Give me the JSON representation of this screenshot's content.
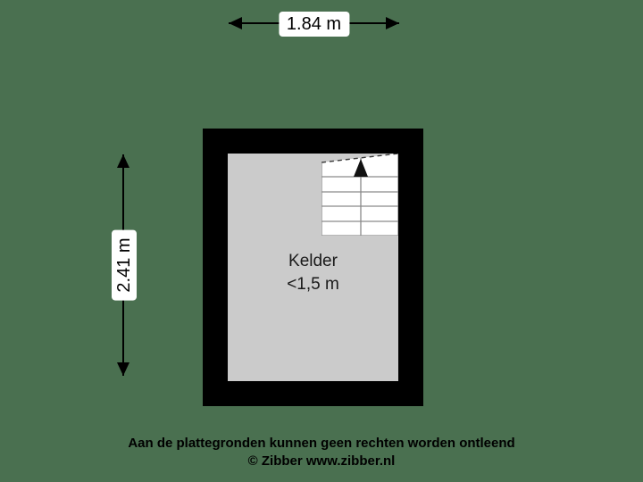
{
  "dimensions": {
    "width_label": "1.84 m",
    "height_label": "2.41 m"
  },
  "room": {
    "name": "Kelder",
    "height_note": "<1,5 m"
  },
  "stairs": {
    "direction_icon": "up-arrow-icon",
    "tread_count": 5
  },
  "footer": {
    "disclaimer": "Aan de plattegronden kunnen geen rechten worden ontleend",
    "credit": "© Zibber www.zibber.nl"
  },
  "colors": {
    "background": "#4a7050",
    "wall": "#000000",
    "floor": "#cbcbcb",
    "stairs_fill": "#ffffff",
    "stairs_stroke": "#808080",
    "label_background": "#ffffff"
  }
}
